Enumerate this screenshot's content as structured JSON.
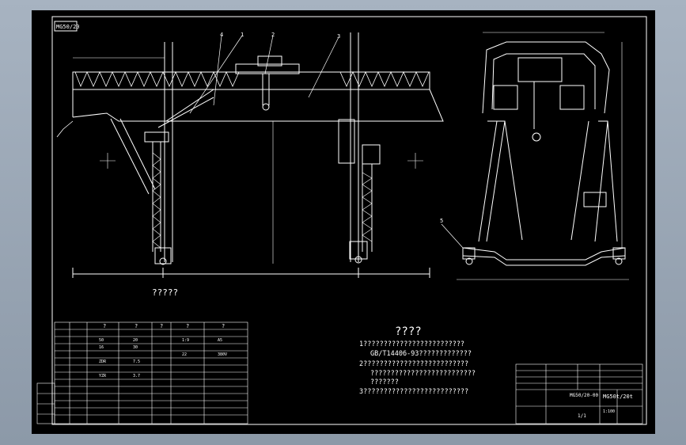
{
  "drawing": {
    "corner_label": "MG50/20",
    "front_view_caption": "?????",
    "callouts": [
      "1",
      "2",
      "3",
      "4"
    ],
    "side_callout": "5"
  },
  "notes": {
    "heading": "????",
    "line1": "1?????????????????????????",
    "line2": "GB/T14406-93?????????????",
    "line3": "2??????????????????????????",
    "line4": "??????????????????????????",
    "line5": "???????",
    "line6": "3??????????????????????????"
  },
  "params_table": {
    "header": [
      "?",
      "?",
      "?",
      "?",
      "?"
    ],
    "values": [
      "50",
      "20",
      "16",
      "30",
      "ZDR",
      "7.5",
      "YZR",
      "3.7",
      "1:9",
      "A5",
      "22",
      "380V"
    ]
  },
  "title_block": {
    "drawing_no": "MG50/20-00",
    "name": "MG50t/20t",
    "scale": "1:100",
    "sheet": "1/1"
  },
  "colors": {
    "background": "#000000",
    "lines": "#ffffff",
    "frame": "#9aa6b4"
  }
}
